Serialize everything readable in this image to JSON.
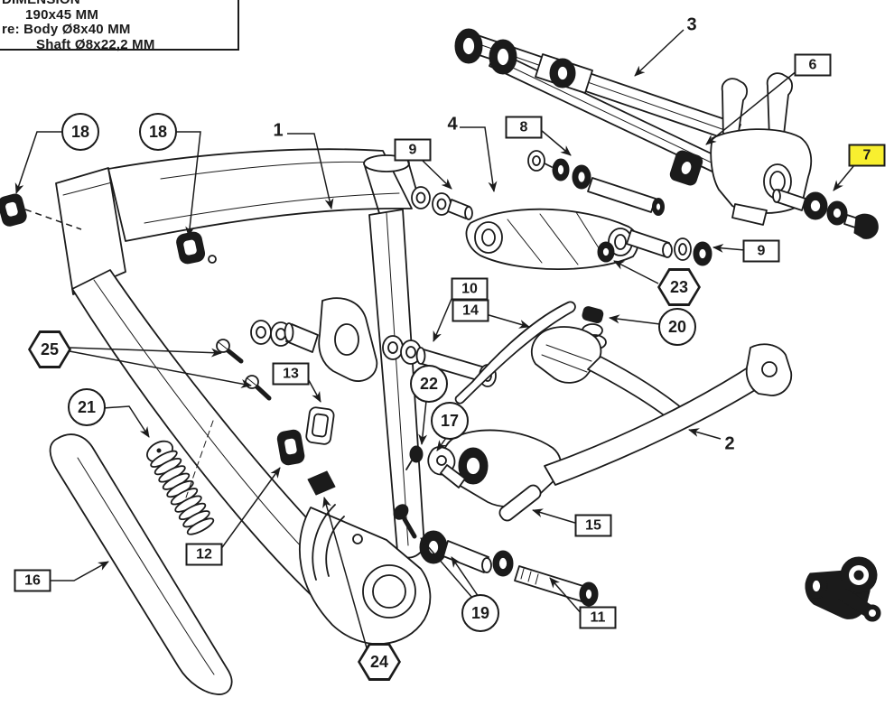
{
  "diagram": {
    "kind": "exploded-parts-diagram",
    "subject": "full-suspension bicycle frame with linkage hardware"
  },
  "colors": {
    "line": "#1b1b1b",
    "highlight": "#f8ef2f",
    "paper": "#ffffff"
  },
  "spec_box": {
    "line1": "DIMENSION",
    "line2": "190x45 MM",
    "line3": "re: Body Ø8x40 MM",
    "line4": "Shaft Ø8x22,2 MM"
  },
  "highlighted_callout": "7",
  "callouts": {
    "c1": {
      "label": "1",
      "shape": "plain"
    },
    "c2": {
      "label": "2",
      "shape": "plain"
    },
    "c3": {
      "label": "3",
      "shape": "plain"
    },
    "c4": {
      "label": "4",
      "shape": "plain"
    },
    "c6": {
      "label": "6",
      "shape": "box"
    },
    "c7": {
      "label": "7",
      "shape": "box",
      "highlighted": true
    },
    "c8": {
      "label": "8",
      "shape": "box"
    },
    "c9a": {
      "label": "9",
      "shape": "box"
    },
    "c9b": {
      "label": "9",
      "shape": "box"
    },
    "c10": {
      "label": "10",
      "shape": "box"
    },
    "c11": {
      "label": "11",
      "shape": "box"
    },
    "c12": {
      "label": "12",
      "shape": "box"
    },
    "c13": {
      "label": "13",
      "shape": "box"
    },
    "c14": {
      "label": "14",
      "shape": "box"
    },
    "c15": {
      "label": "15",
      "shape": "box"
    },
    "c16": {
      "label": "16",
      "shape": "box"
    },
    "c17": {
      "label": "17",
      "shape": "circle"
    },
    "c18a": {
      "label": "18",
      "shape": "circle"
    },
    "c18b": {
      "label": "18",
      "shape": "circle"
    },
    "c19": {
      "label": "19",
      "shape": "circle"
    },
    "c20": {
      "label": "20",
      "shape": "circle"
    },
    "c21": {
      "label": "21",
      "shape": "circle"
    },
    "c22": {
      "label": "22",
      "shape": "circle"
    },
    "c23": {
      "label": "23",
      "shape": "hex"
    },
    "c24": {
      "label": "24",
      "shape": "hex"
    },
    "c25": {
      "label": "25",
      "shape": "hex"
    }
  }
}
